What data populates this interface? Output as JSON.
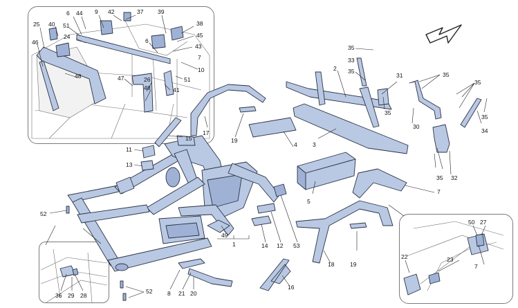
{
  "diagram": {
    "callouts": {
      "c1": "1",
      "c2": "2",
      "c3": "3",
      "c4": "4",
      "c5": "5",
      "c6a": "6",
      "c6b": "6",
      "c7a": "7",
      "c7b": "7",
      "c7c": "7",
      "c8": "8",
      "c9": "9",
      "c10": "10",
      "c11": "11",
      "c12": "12",
      "c13": "13",
      "c14": "14",
      "c15": "15",
      "c16": "16",
      "c17": "17",
      "c18": "18",
      "c19a": "19",
      "c19b": "19",
      "c20": "20",
      "c21": "21",
      "c22": "22",
      "c23": "23",
      "c24": "24",
      "c25": "25",
      "c26": "26",
      "c27": "27",
      "c28": "28",
      "c29": "29",
      "c30": "30",
      "c31": "31",
      "c32": "32",
      "c33": "33",
      "c34": "34",
      "c35a": "35",
      "c35b": "35",
      "c35c": "35",
      "c35d": "35",
      "c35e": "35",
      "c35f": "35",
      "c35g": "35",
      "c36": "36",
      "c37": "37",
      "c38": "38",
      "c39": "39",
      "c40": "40",
      "c41": "41",
      "c42": "42",
      "c43": "43",
      "c44": "44",
      "c45": "45",
      "c46": "46",
      "c47": "47",
      "c48a": "48",
      "c48b": "48",
      "c49": "49",
      "c50": "50",
      "c51a": "51",
      "c51b": "51",
      "c52a": "52",
      "c52b": "52",
      "c53": "53"
    }
  },
  "colors": {
    "part": "#b9c8e3",
    "part_dark": "#9fb2d6",
    "outline": "#2a3244",
    "sketch": "#6d6d6d"
  },
  "icons": {
    "direction_arrow": "direction-arrow-icon"
  }
}
